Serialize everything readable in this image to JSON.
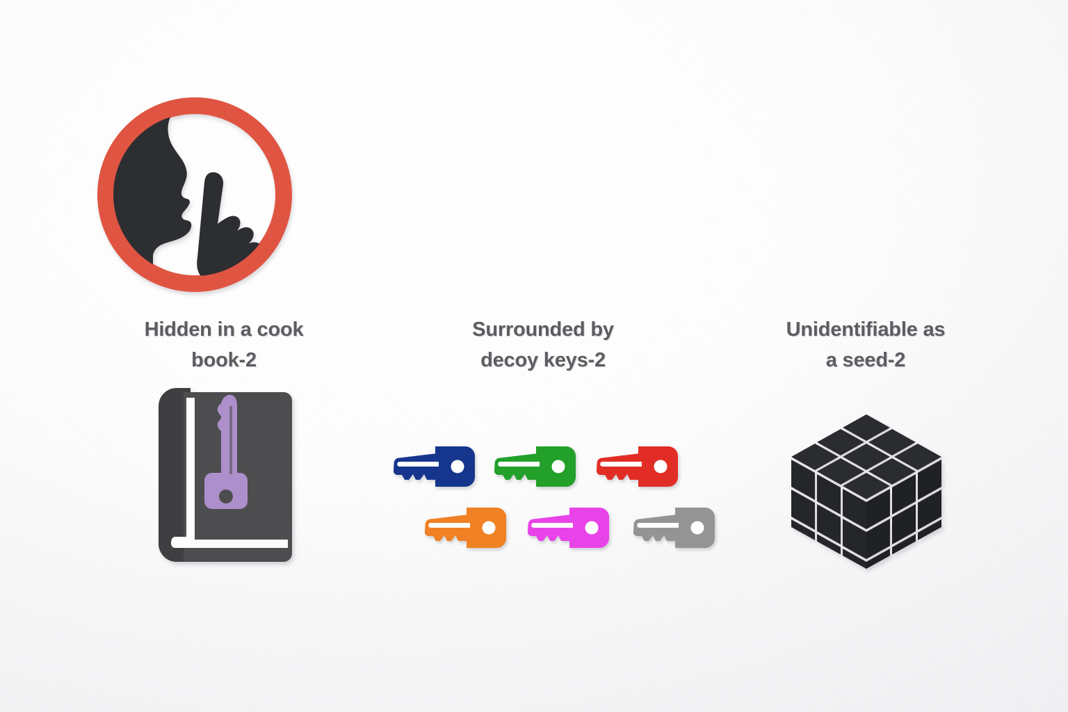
{
  "background": {
    "base_color": "#f5f5f7",
    "texture": "diagonal-crosshatch"
  },
  "hero": {
    "icon_name": "shh-silence-icon",
    "ring_color": "#e05542",
    "figure_color": "#2c2e31"
  },
  "columns": [
    {
      "id": "col-1",
      "label": "Hidden in a cook\nbook-2",
      "label_line_1": "Hidden in a cook",
      "label_line_2": "book-2",
      "icon_name": "book-with-key-icon",
      "icon_colors": {
        "cover": "#4d4d4f",
        "spine": "#3b3b3d",
        "pages": "#fdfdfd",
        "key": "#ad8fcb"
      }
    },
    {
      "id": "col-2",
      "label": "Surrounded by\ndecoy keys-2",
      "label_line_1": "Surrounded by",
      "label_line_2": "decoy keys-2",
      "icon_name": "decoy-keys-grid",
      "keys": [
        {
          "name": "key-blue",
          "color": "#16358c",
          "row": 1,
          "col": 1
        },
        {
          "name": "key-green",
          "color": "#22a02a",
          "row": 1,
          "col": 2
        },
        {
          "name": "key-red",
          "color": "#e12d26",
          "row": 1,
          "col": 3
        },
        {
          "name": "key-orange",
          "color": "#f08124",
          "row": 2,
          "col": 1
        },
        {
          "name": "key-magenta",
          "color": "#e843e8",
          "row": 2,
          "col": 2
        },
        {
          "name": "key-gray",
          "color": "#949494",
          "row": 2,
          "col": 3
        }
      ],
      "key_count": 6
    },
    {
      "id": "col-3",
      "label": "Unidentifiable as\na seed-2",
      "label_line_1": "Unidentifiable as",
      "label_line_2": "a seed-2",
      "icon_name": "rubiks-cube-icon",
      "icon_colors": {
        "facet": "#2a2c2f",
        "facet_side": "#1f2124",
        "gap": "#fdfdfd"
      },
      "cube_size": "3x3"
    }
  ],
  "text_style": {
    "color": "#5d5d61"
  }
}
